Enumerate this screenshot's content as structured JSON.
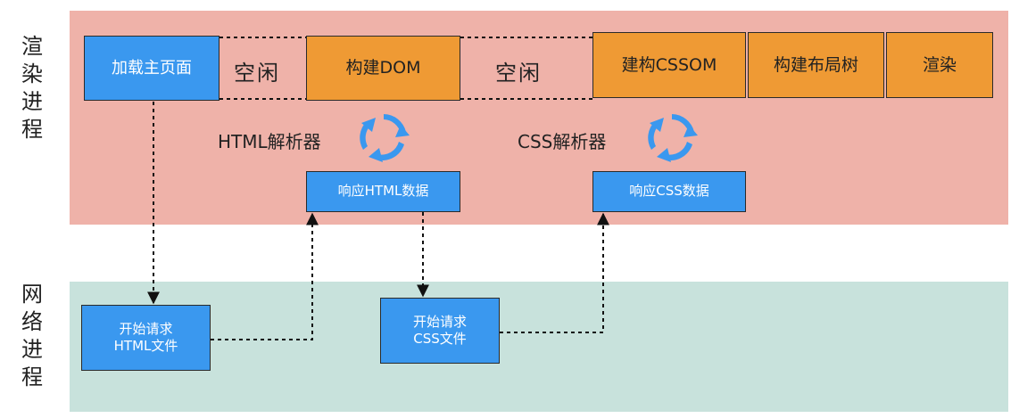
{
  "lanes": {
    "render": {
      "label": [
        "渲",
        "染",
        "进",
        "程"
      ],
      "color": "#efb2a9"
    },
    "network": {
      "label": [
        "网",
        "络",
        "进",
        "程"
      ],
      "color": "#c8e2dc"
    }
  },
  "render_timeline": {
    "load_main_page": "加载主页面",
    "idle_1": "空闲",
    "build_dom": "构建DOM",
    "idle_2": "空闲",
    "build_cssom": "建构CSSOM",
    "build_layout_tree": "构建布局树",
    "render": "渲染"
  },
  "parsers": {
    "html_parser": "HTML解析器",
    "css_parser": "CSS解析器"
  },
  "responses": {
    "html_data": "响应HTML数据",
    "css_data": "响应CSS数据"
  },
  "requests": {
    "html_file": [
      "开始请求",
      "HTML文件"
    ],
    "css_file": [
      "开始请求",
      "CSS文件"
    ]
  },
  "colors": {
    "blue_box": "#3a98ef",
    "orange_box": "#ef9a34",
    "cycle_icon": "#3a98ef"
  }
}
